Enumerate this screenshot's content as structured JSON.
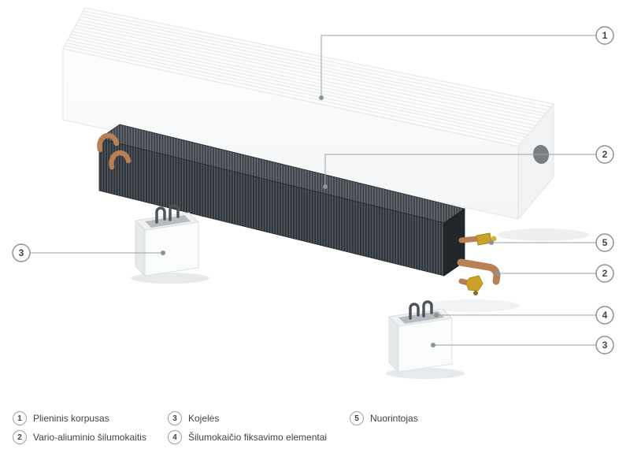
{
  "callouts": [
    {
      "num": "1"
    },
    {
      "num": "2"
    },
    {
      "num": "5"
    },
    {
      "num": "2"
    },
    {
      "num": "4"
    },
    {
      "num": "3"
    },
    {
      "num": "3"
    }
  ],
  "legend": {
    "items": [
      {
        "num": "1",
        "label": "Plieninis korpusas"
      },
      {
        "num": "2",
        "label": "Vario-aliuminio šilumokaitis"
      },
      {
        "num": "3",
        "label": "Kojelės"
      },
      {
        "num": "4",
        "label": "Šilumokaičio fiksavimo elementai"
      },
      {
        "num": "5",
        "label": "Nuorintojas"
      }
    ]
  },
  "colors": {
    "casing": "#fafbfc",
    "heat_exchanger": "#2e3338",
    "copper": "#b97f55",
    "brass": "#c9a227",
    "callout_line": "#9aa0a5"
  }
}
